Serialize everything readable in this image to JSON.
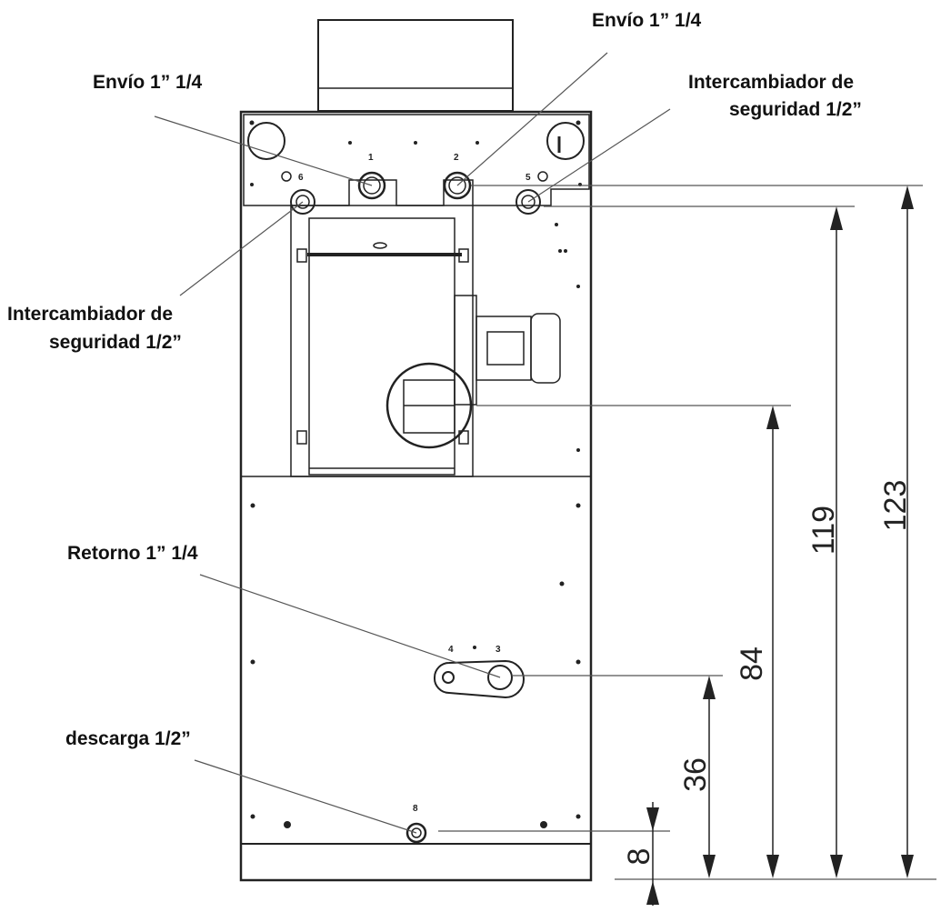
{
  "labels": {
    "envio_left": "Envío 1” 1/4",
    "envio_right": "Envío 1” 1/4",
    "interc_right_1": "Intercambiador de",
    "interc_right_2": "seguridad 1/2”",
    "interc_left_1": "Intercambiador de",
    "interc_left_2": "seguridad 1/2”",
    "retorno": "Retorno 1” 1/4",
    "descarga": "descarga 1/2”"
  },
  "dimensions": {
    "d123": "123",
    "d119": "119",
    "d84": "84",
    "d36": "36",
    "d8": "8"
  },
  "port_numbers": {
    "p1": "1",
    "p2": "2",
    "p3": "3",
    "p4": "4",
    "p5": "5",
    "p6": "6",
    "p8": "8"
  },
  "colors": {
    "line": "#222222",
    "leader": "#555555"
  }
}
